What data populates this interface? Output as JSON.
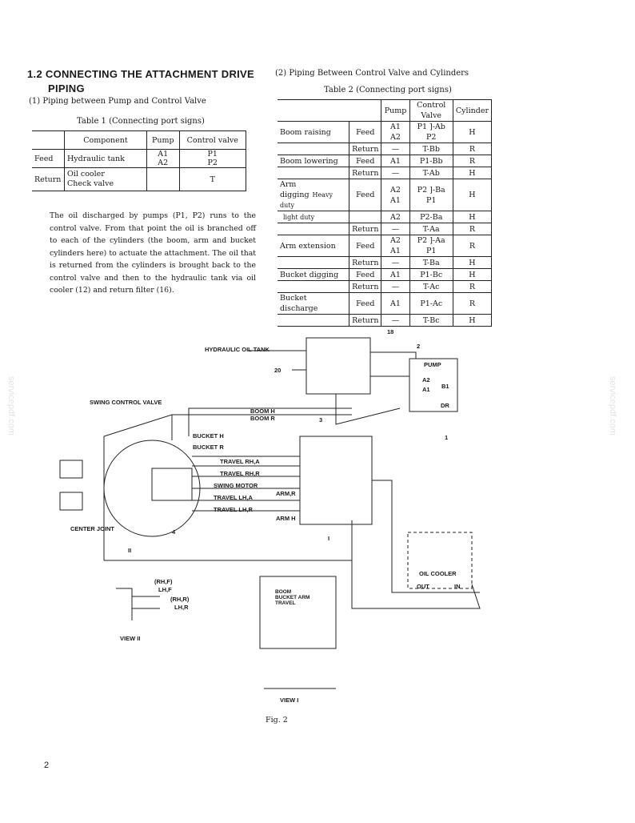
{
  "section": {
    "title_line1": "1.2 CONNECTING THE ATTACHMENT DRIVE",
    "title_line2": "PIPING",
    "sub1": "(1) Piping between Pump and Control Valve",
    "sub2": "(2) Piping Between Control Valve and Cylinders"
  },
  "table1": {
    "caption": "Table 1 (Connecting port signs)",
    "headers": [
      "Component",
      "Pump",
      "Control valve"
    ],
    "rows": [
      {
        "label": "Feed",
        "component": "Hydraulic tank",
        "pump": "A1\nA2",
        "valve": "P1\nP2"
      },
      {
        "label": "Return",
        "component": "Oil cooler\nCheck valve",
        "pump": "",
        "valve": "T"
      }
    ]
  },
  "paragraph": "The oil discharged by pumps (P1, P2) runs to the control valve. From that point the oil is branched off to each of the cylinders (the boom, arm and bucket cylinders here) to actuate the attachment. The oil that is returned from the cylinders is brought back to the control valve and then to the hydraulic tank via oil cooler (12) and return filter (16).",
  "table2": {
    "caption": "Table 2 (Connecting port signs)",
    "headers": [
      "Pump",
      "Control Valve",
      "Cylinder"
    ],
    "rows": [
      {
        "group": "Boom raising",
        "dir": "Feed",
        "pump": "A1 A2",
        "valve": "P1 ]-Ab P2",
        "cyl": "H"
      },
      {
        "group": "",
        "dir": "Return",
        "pump": "—",
        "valve": "T-Bb",
        "cyl": "R"
      },
      {
        "group": "Boom lowering",
        "dir": "Feed",
        "pump": "A1",
        "valve": "P1-Bb",
        "cyl": "R"
      },
      {
        "group": "",
        "dir": "Return",
        "pump": "—",
        "valve": "T-Ab",
        "cyl": "H"
      },
      {
        "group": "Arm digging",
        "sub": "Heavy duty",
        "dir": "Feed",
        "pump": "A2 A1",
        "valve": "P2 ]-Ba P1",
        "cyl": "H"
      },
      {
        "group": "",
        "sub": "light duty",
        "dir": "",
        "pump": "A2",
        "valve": "P2-Ba",
        "cyl": "H"
      },
      {
        "group": "",
        "dir": "Return",
        "pump": "—",
        "valve": "T-Aa",
        "cyl": "R"
      },
      {
        "group": "Arm extension",
        "dir": "Feed",
        "pump": "A2 A1",
        "valve": "P2 ]-Aa P1",
        "cyl": "R"
      },
      {
        "group": "",
        "dir": "Return",
        "pump": "—",
        "valve": "T-Ba",
        "cyl": "H"
      },
      {
        "group": "Bucket digging",
        "dir": "Feed",
        "pump": "A1",
        "valve": "P1-Bc",
        "cyl": "H"
      },
      {
        "group": "",
        "dir": "Return",
        "pump": "—",
        "valve": "T-Ac",
        "cyl": "R"
      },
      {
        "group": "Bucket discharge",
        "dir": "Feed",
        "pump": "A1",
        "valve": "P1-Ac",
        "cyl": "R"
      },
      {
        "group": "",
        "dir": "Return",
        "pump": "—",
        "valve": "T-Bc",
        "cyl": "H"
      }
    ]
  },
  "diagram": {
    "labels": {
      "tank": "HYDRAULIC OIL TANK",
      "n20": "20",
      "n18": "18",
      "n2": "2",
      "pump": "PUMP",
      "a2": "A2",
      "a1": "A1",
      "b1": "B1",
      "dr": "DR",
      "n1": "1",
      "swing_cv": "SWING CONTROL VALVE",
      "boom_h": "BOOM H",
      "boom_r": "BOOM R",
      "n3": "3",
      "bucket_h": "BUCKET H",
      "bucket_r": "BUCKET R",
      "travel_rha": "TRAVEL RH,A",
      "travel_rhr": "TRAVEL RH,R",
      "swing_motor": "SWING MOTOR",
      "travel_lha": "TRAVEL LH,A",
      "travel_lhr": "TRAVEL LH,R",
      "arm_r": "ARM,R",
      "arm_h": "ARM H",
      "center_joint": "CENTER JOINT",
      "n4": "4",
      "ii": "II",
      "i": "I",
      "oil_cooler": "OIL COOLER",
      "out": "OUT",
      "in": "IN",
      "rhf": "(RH,F)",
      "lhf": "LH,F",
      "rhr": "(RH,R)",
      "lhr": "LH,R",
      "view2": "VIEW II",
      "view1": "VIEW I",
      "vert": "BOOM BUCKET ARM TRAVEL"
    },
    "caption": "Fig. 2"
  },
  "watermark": "servicepdf.com",
  "page_number": "2"
}
